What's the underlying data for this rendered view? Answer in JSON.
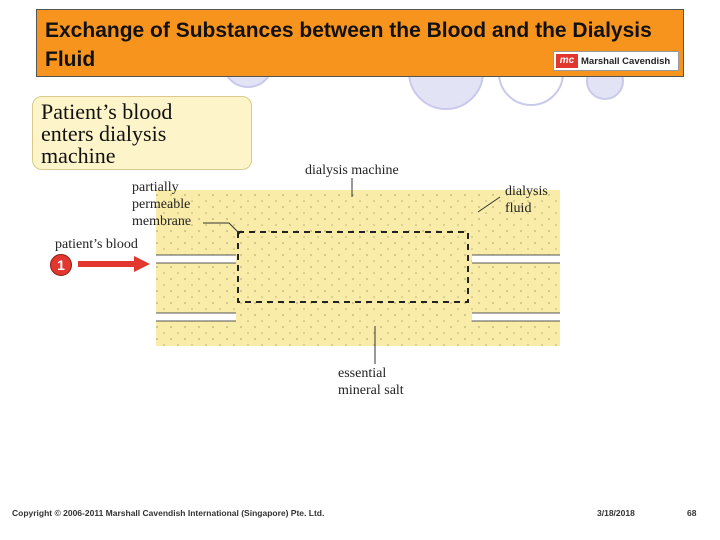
{
  "title": "Exchange of Substances between the Blood and the Dialysis Fluid",
  "logo": {
    "mark": "mc",
    "text": "Marshall Cavendish"
  },
  "callout": {
    "lines": [
      "Patient’s blood",
      "enters dialysis",
      "machine"
    ]
  },
  "labels": {
    "dialysis_machine": "dialysis machine",
    "dialysis_fluid": [
      "dialysis",
      "fluid"
    ],
    "membrane": [
      "partially",
      "permeable",
      "membrane"
    ],
    "patients_blood": "patient’s blood",
    "mineral_salt": [
      "essential",
      "mineral salt"
    ]
  },
  "step_number": "1",
  "colors": {
    "title_bg": "#f7941d",
    "fluid": "#f8eca8",
    "arrow": "#e2372f",
    "badge": "#e2372f"
  },
  "footer": {
    "copyright": "Copyright © 2006-2011 Marshall Cavendish International (Singapore) Pte. Ltd.",
    "date": "3/18/2018",
    "page": "68"
  }
}
